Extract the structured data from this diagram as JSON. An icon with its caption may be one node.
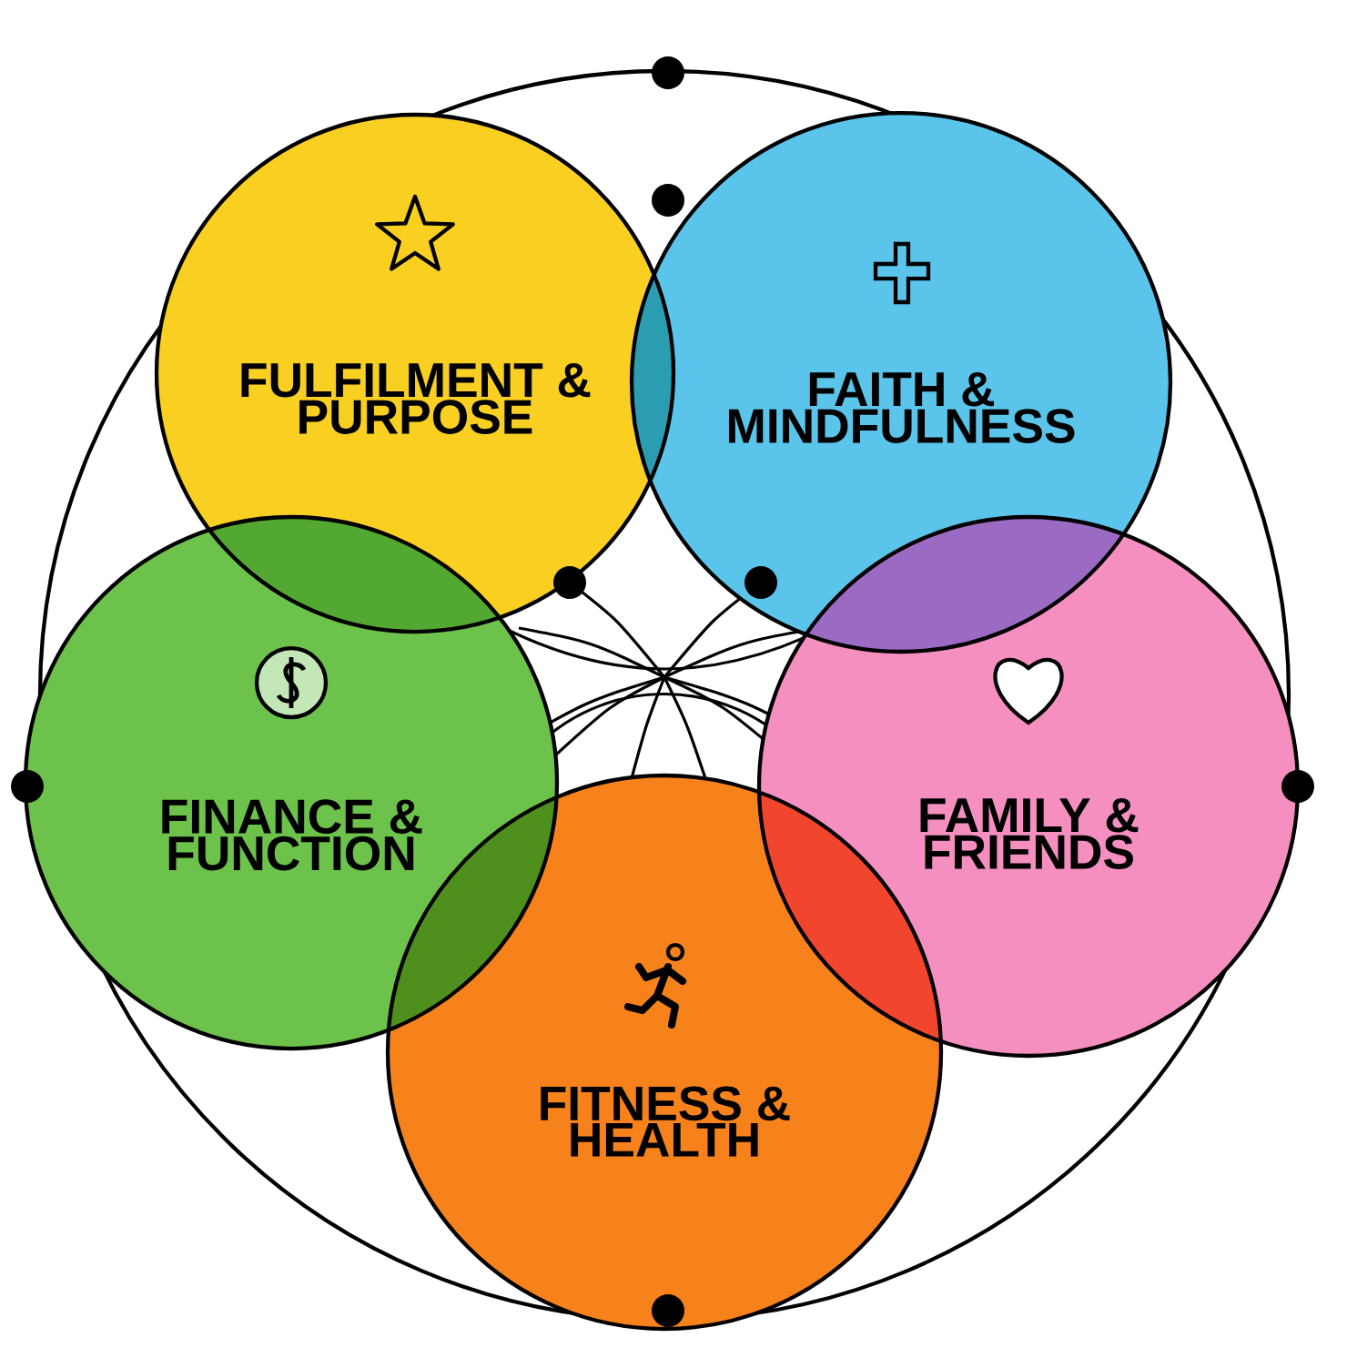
{
  "diagram": {
    "nodes": [
      {
        "text": [
          "FULFILMENT & PURPOSE"
        ]
      },
      {
        "text": [
          "FAITH & MINDFULNESS"
        ]
      },
      {
        "text": [
          "FINANCE & FUNCTION"
        ]
      },
      {
        "text": [
          "FAMILY & FRIENDS"
        ]
      },
      {
        "text": [
          "FITNESS & HEALTH"
        ]
      }
    ]
  }
}
